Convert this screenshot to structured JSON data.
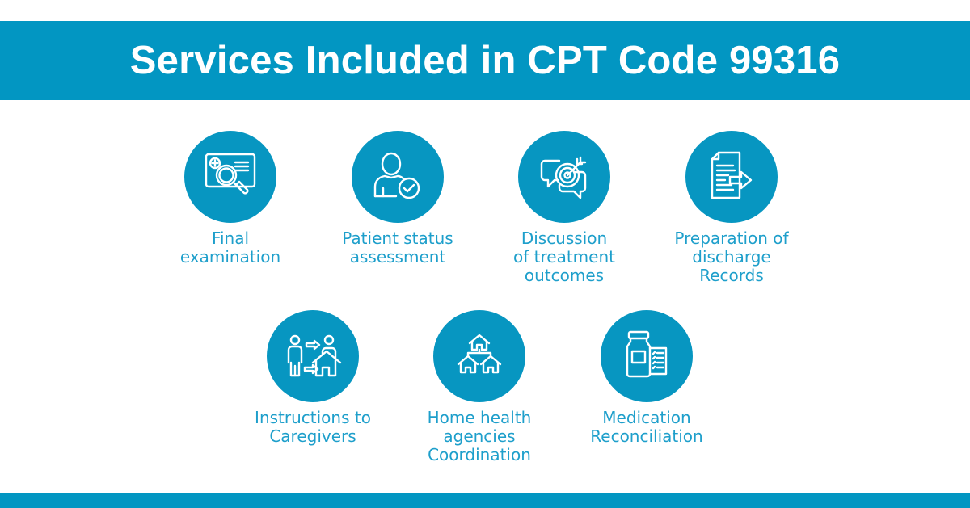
{
  "header": {
    "title": "Services Included in CPT Code 99316"
  },
  "colors": {
    "brand_blue": "#0296c2",
    "circle_blue": "#0796c1",
    "label_blue": "#1e9fcb",
    "title_text": "#ffffff"
  },
  "services": [
    {
      "label": "Final\nexamination",
      "icon": "magnifier-document-icon"
    },
    {
      "label": "Patient status\nassessment",
      "icon": "user-check-icon"
    },
    {
      "label": "Discussion\nof treatment\noutcomes",
      "icon": "chat-target-icon"
    },
    {
      "label": "Preparation of\ndischarge\nRecords",
      "icon": "document-export-icon"
    },
    {
      "label": "Instructions to\nCaregivers",
      "icon": "caregiver-home-icon"
    },
    {
      "label": "Home health\nagencies\nCoordination",
      "icon": "houses-network-icon"
    },
    {
      "label": "Medication\nReconciliation",
      "icon": "medicine-checklist-icon"
    }
  ]
}
